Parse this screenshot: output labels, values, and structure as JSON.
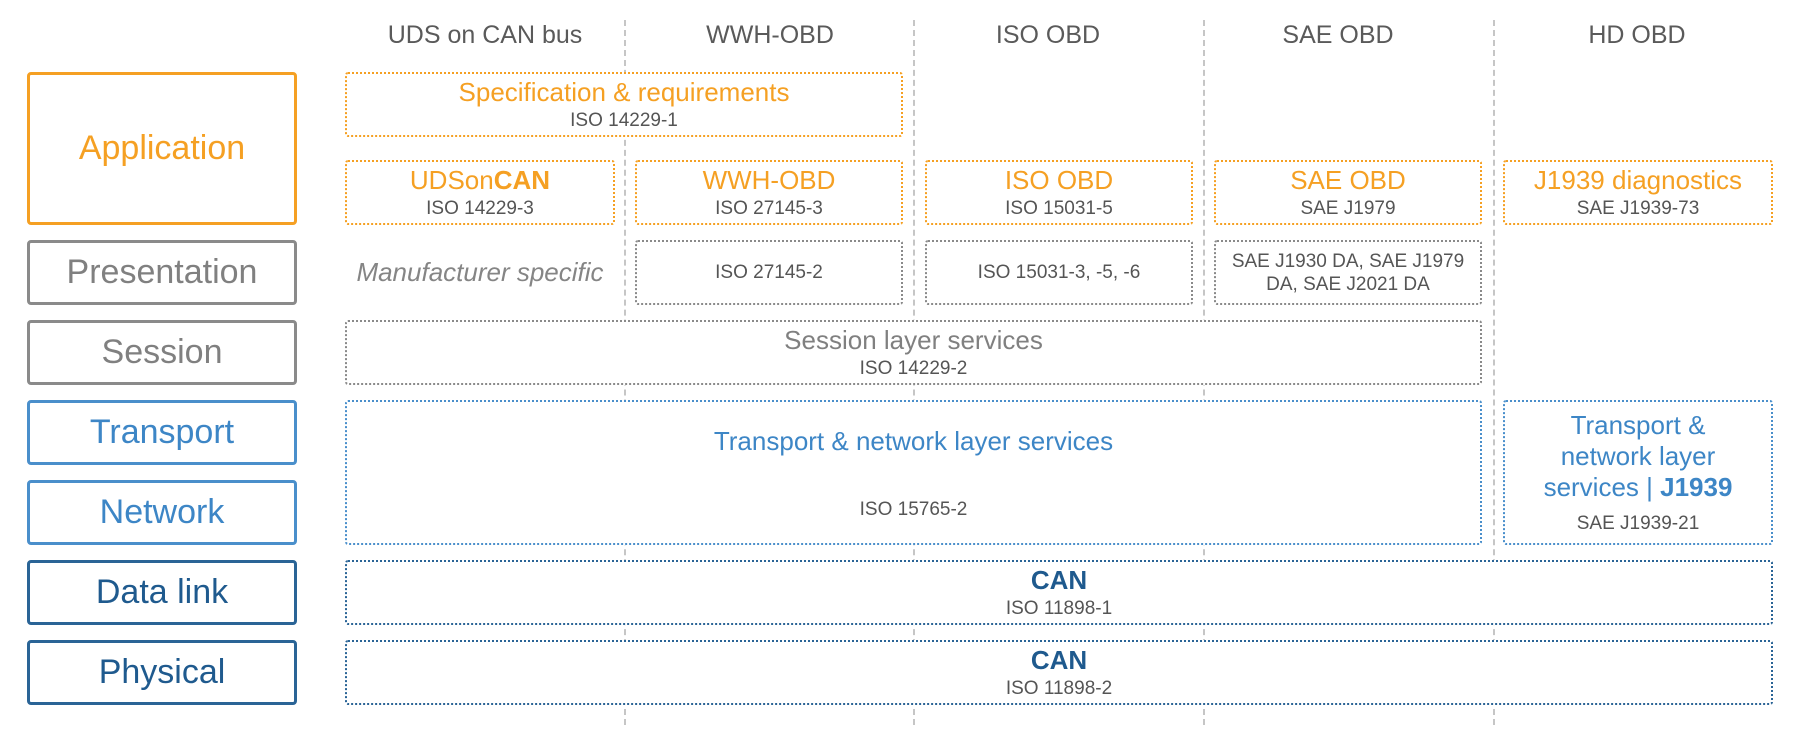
{
  "columns": [
    "UDS on CAN bus",
    "WWH-OBD",
    "ISO OBD",
    "SAE OBD",
    "HD OBD"
  ],
  "layers": {
    "application": "Application",
    "presentation": "Presentation",
    "session": "Session",
    "transport": "Transport",
    "network": "Network",
    "datalink": "Data link",
    "physical": "Physical"
  },
  "application": {
    "spec": {
      "title": "Specification & requirements",
      "std": "ISO 14229-1"
    },
    "uds": {
      "title_a": "UDSon",
      "title_b": "CAN",
      "std": "ISO 14229-3"
    },
    "wwh": {
      "title": "WWH-OBD",
      "std": "ISO 27145-3"
    },
    "iso": {
      "title": "ISO OBD",
      "std": "ISO 15031-5"
    },
    "sae": {
      "title": "SAE OBD",
      "std": "SAE J1979"
    },
    "hd": {
      "title": "J1939 diagnostics",
      "std": "SAE J1939-73"
    }
  },
  "presentation": {
    "uds": "Manufacturer specific",
    "wwh": "ISO 27145-2",
    "iso": "ISO 15031-3, -5, -6",
    "sae_line1": "SAE J1930 DA, SAE J1979",
    "sae_line2": "DA, SAE J2021 DA"
  },
  "session": {
    "title": "Session layer services",
    "std": "ISO 14229-2"
  },
  "transport": {
    "title": "Transport & network layer services",
    "std": "ISO 15765-2",
    "hd_line1": "Transport &",
    "hd_line2": "network layer",
    "hd_line3_a": "services | ",
    "hd_line3_b": "J1939",
    "hd_std": "SAE J1939-21"
  },
  "datalink": {
    "title": "CAN",
    "std": "ISO 11898-1"
  },
  "physical": {
    "title": "CAN",
    "std": "ISO 11898-2"
  },
  "colors": {
    "orange": "#f5a023",
    "gray": "#8a8a8a",
    "blue": "#4a8fcb",
    "navy": "#2a6496"
  }
}
